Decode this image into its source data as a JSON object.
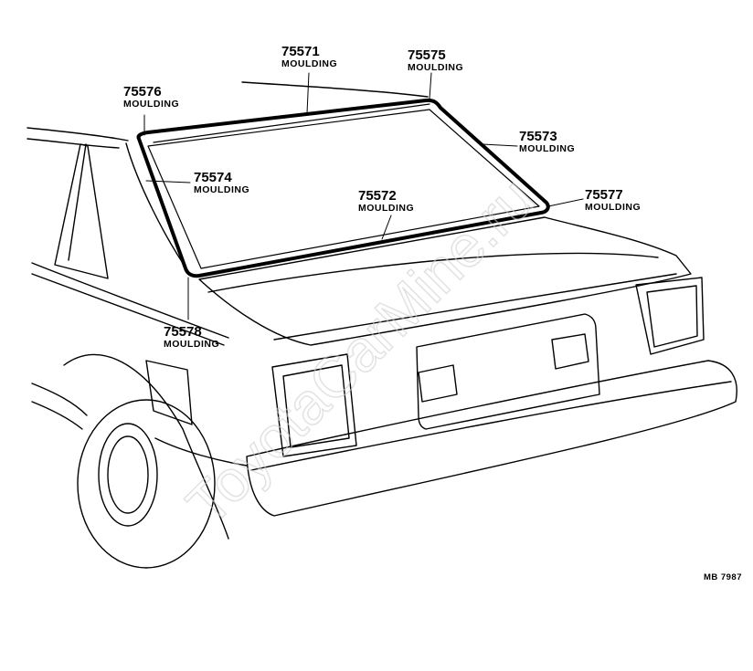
{
  "parts": [
    {
      "id": "p75571",
      "number": "75571",
      "name": "MOULDING"
    },
    {
      "id": "p75575",
      "number": "75575",
      "name": "MOULDING"
    },
    {
      "id": "p75576",
      "number": "75576",
      "name": "MOULDING"
    },
    {
      "id": "p75573",
      "number": "75573",
      "name": "MOULDING"
    },
    {
      "id": "p75574",
      "number": "75574",
      "name": "MOULDING"
    },
    {
      "id": "p75572",
      "number": "75572",
      "name": "MOULDING"
    },
    {
      "id": "p75577",
      "number": "75577",
      "name": "MOULDING"
    },
    {
      "id": "p75578",
      "number": "75578",
      "name": "MOULDING"
    }
  ],
  "drawing_code": "MB 7987",
  "watermark": "ToyotaCarMine.ru"
}
